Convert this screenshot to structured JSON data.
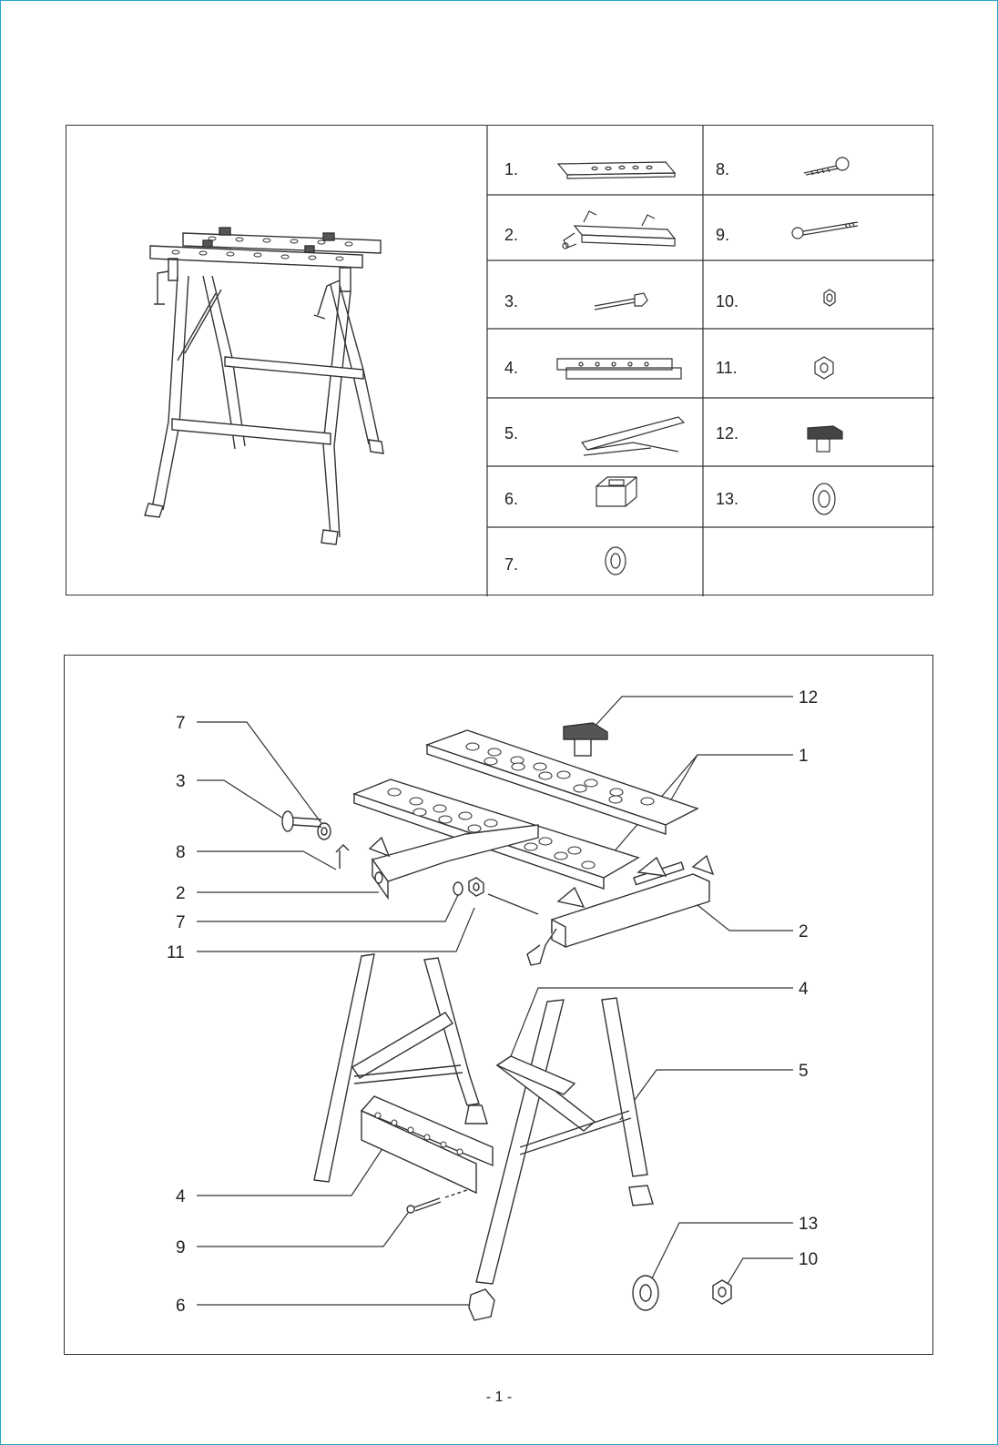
{
  "parts_list": [
    {
      "number": "1.",
      "icon": "slotted-plate-icon"
    },
    {
      "number": "2.",
      "icon": "clamp-bracket-icon"
    },
    {
      "number": "3.",
      "icon": "bolt-icon"
    },
    {
      "number": "4.",
      "icon": "perforated-rail-icon"
    },
    {
      "number": "5.",
      "icon": "leg-frame-icon"
    },
    {
      "number": "6.",
      "icon": "foot-cap-icon"
    },
    {
      "number": "7.",
      "icon": "washer-icon"
    },
    {
      "number": "8.",
      "icon": "screw-icon"
    },
    {
      "number": "9.",
      "icon": "long-bolt-icon"
    },
    {
      "number": "10.",
      "icon": "small-nut-icon"
    },
    {
      "number": "11.",
      "icon": "nut-icon"
    },
    {
      "number": "12.",
      "icon": "bench-dog-icon"
    },
    {
      "number": "13.",
      "icon": "large-washer-icon"
    }
  ],
  "callouts": {
    "c12": "12",
    "c1": "1",
    "c7a": "7",
    "c3": "3",
    "c8": "8",
    "c2a": "2",
    "c7b": "7",
    "c11": "11",
    "c2b": "2",
    "c4a": "4",
    "c5": "5",
    "c4b": "4",
    "c9": "9",
    "c13": "13",
    "c10": "10",
    "c6": "6"
  },
  "footer": {
    "page_number": "- 1 -"
  }
}
